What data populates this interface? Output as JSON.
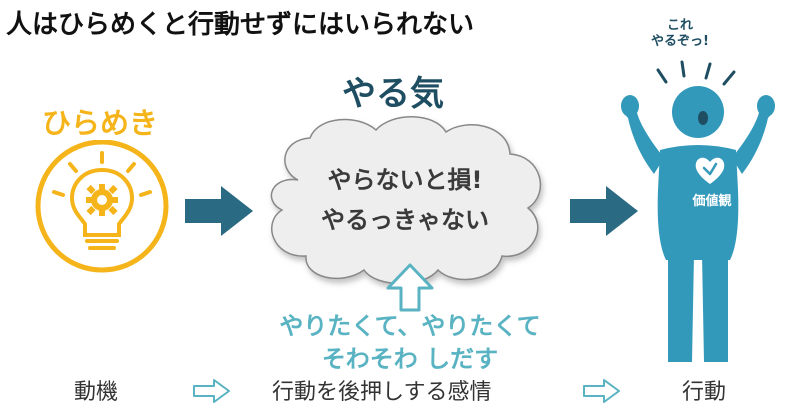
{
  "title": "人はひらめくと行動せずにはいられない",
  "idea": {
    "label": "ひらめき"
  },
  "motivation": {
    "label": "やる気",
    "cloud_line1": "やらないと損!",
    "cloud_line2": "やるっきゃない"
  },
  "push": {
    "line1": "やりたくて、やりたくて",
    "line2": "そわそわ しだす"
  },
  "figure": {
    "speech_line1": "これ",
    "speech_line2": "やるぞっ!",
    "shirt_label": "価値観"
  },
  "bottom": {
    "left": "動機",
    "center": "行動を後押しする感情",
    "right": "行動"
  },
  "colors": {
    "yellow": "#f4b41a",
    "dark_teal": "#1f4e63",
    "arrow_teal": "#2a6a83",
    "figure_blue": "#3399bb",
    "light_teal": "#5ab3c2",
    "cloud_fill": "#eeeeee"
  }
}
